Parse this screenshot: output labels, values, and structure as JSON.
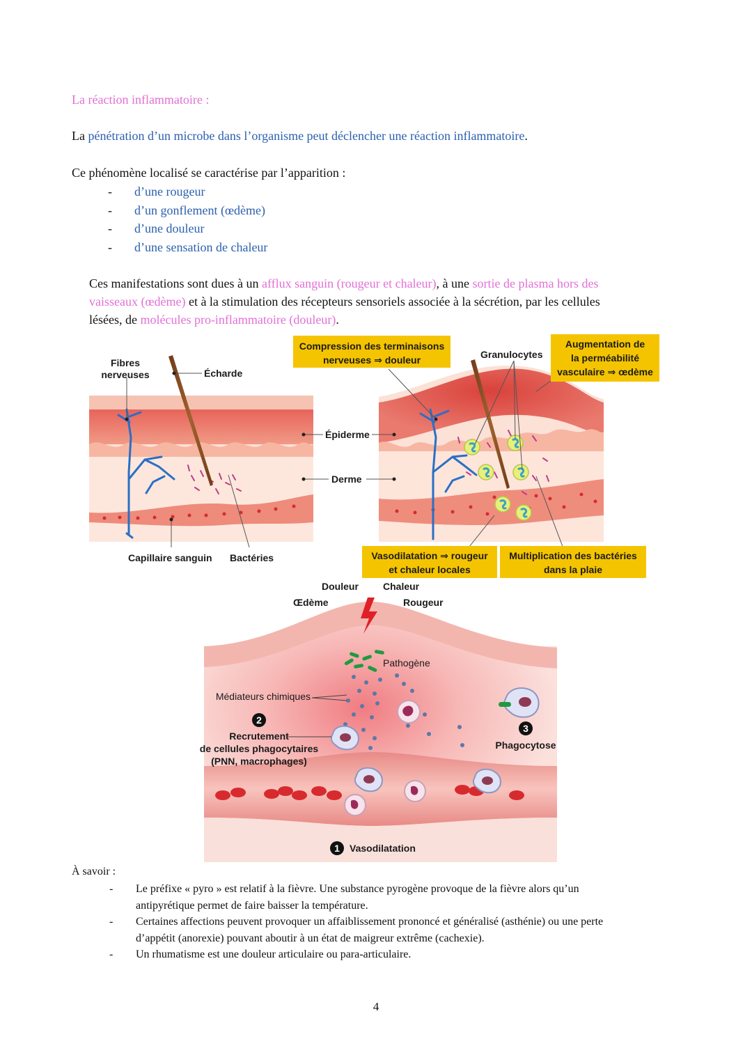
{
  "title": "La réaction inflammatoire :",
  "intro": {
    "prefix": "La ",
    "highlight": "pénétration d’un microbe dans l’organisme peut déclencher une réaction inflammatoire",
    "suffix": "."
  },
  "symptoms_intro": "Ce phénomène localisé se caractérise par l’apparition :",
  "symptoms": [
    "d’une rougeur",
    "d’un gonflement (œdème)",
    "d’une douleur",
    "d’une sensation de chaleur"
  ],
  "explanation": {
    "t1": "Ces manifestations sont dues à un ",
    "h1": "afflux sanguin (rougeur et chaleur)",
    "t2": ", à une ",
    "h2a": "sortie de plasma hors des",
    "h2b": "vaisseaux (œdème)",
    "t3": " et à la stimulation des récepteurs sensoriels associée à la sécrétion, par les cellules",
    "t4": "lésées, de ",
    "h3": "molécules pro-inflammatoire (douleur)",
    "t5": "."
  },
  "figure1": {
    "fibres_line1": "Fibres",
    "fibres_line2": "nerveuses",
    "echarde": "Écharde",
    "epiderme": "Épiderme",
    "derme": "Derme",
    "capillaire": "Capillaire sanguin",
    "bacteries": "Bactéries",
    "granulocytes": "Granulocytes",
    "box_compression_1": "Compression des terminaisons",
    "box_compression_2": "nerveuses ⇒ douleur",
    "box_permeabilite_1": "Augmentation de",
    "box_permeabilite_2": "la perméabilité",
    "box_permeabilite_3": "vasculaire ⇒ œdème",
    "box_vasodilatation_1": "Vasodilatation ⇒ rougeur",
    "box_vasodilatation_2": "et chaleur locales",
    "box_multiplication_1": "Multiplication des bactéries",
    "box_multiplication_2": "dans la plaie"
  },
  "figure2": {
    "douleur": "Douleur",
    "chaleur": "Chaleur",
    "oedeme": "Œdème",
    "rougeur": "Rougeur",
    "pathogene": "Pathogène",
    "mediateurs": "Médiateurs chimiques",
    "step2_num": "2",
    "recrutement_1": "Recrutement",
    "recrutement_2": "de cellules phagocytaires",
    "recrutement_3": "(PNN, macrophages)",
    "step3_num": "3",
    "phagocytose": "Phagocytose",
    "step1_num": "1",
    "vasodilatation": "Vasodilatation"
  },
  "savoir_title": "À savoir :",
  "savoir": [
    {
      "l1": "Le préfixe « pyro » est relatif à la fièvre. Une substance pyrogène provoque de la fièvre alors qu’un",
      "l2": "antipyrétique permet de faire baisser la température."
    },
    {
      "l1": "Certaines affections peuvent provoquer un affaiblissement prononcé et généralisé (asthénie) ou une perte",
      "l2": "d’appétit (anorexie) pouvant aboutir à un état de maigreur extrême (cachexie)."
    },
    {
      "l1": "Un rhumatisme est une douleur articulaire ou para-articulaire.",
      "l2": ""
    }
  ],
  "page_number": "4",
  "colors": {
    "highlight_pink": "#e36fd6",
    "highlight_blue": "#2b5fae",
    "label_box": "#f5c400"
  }
}
